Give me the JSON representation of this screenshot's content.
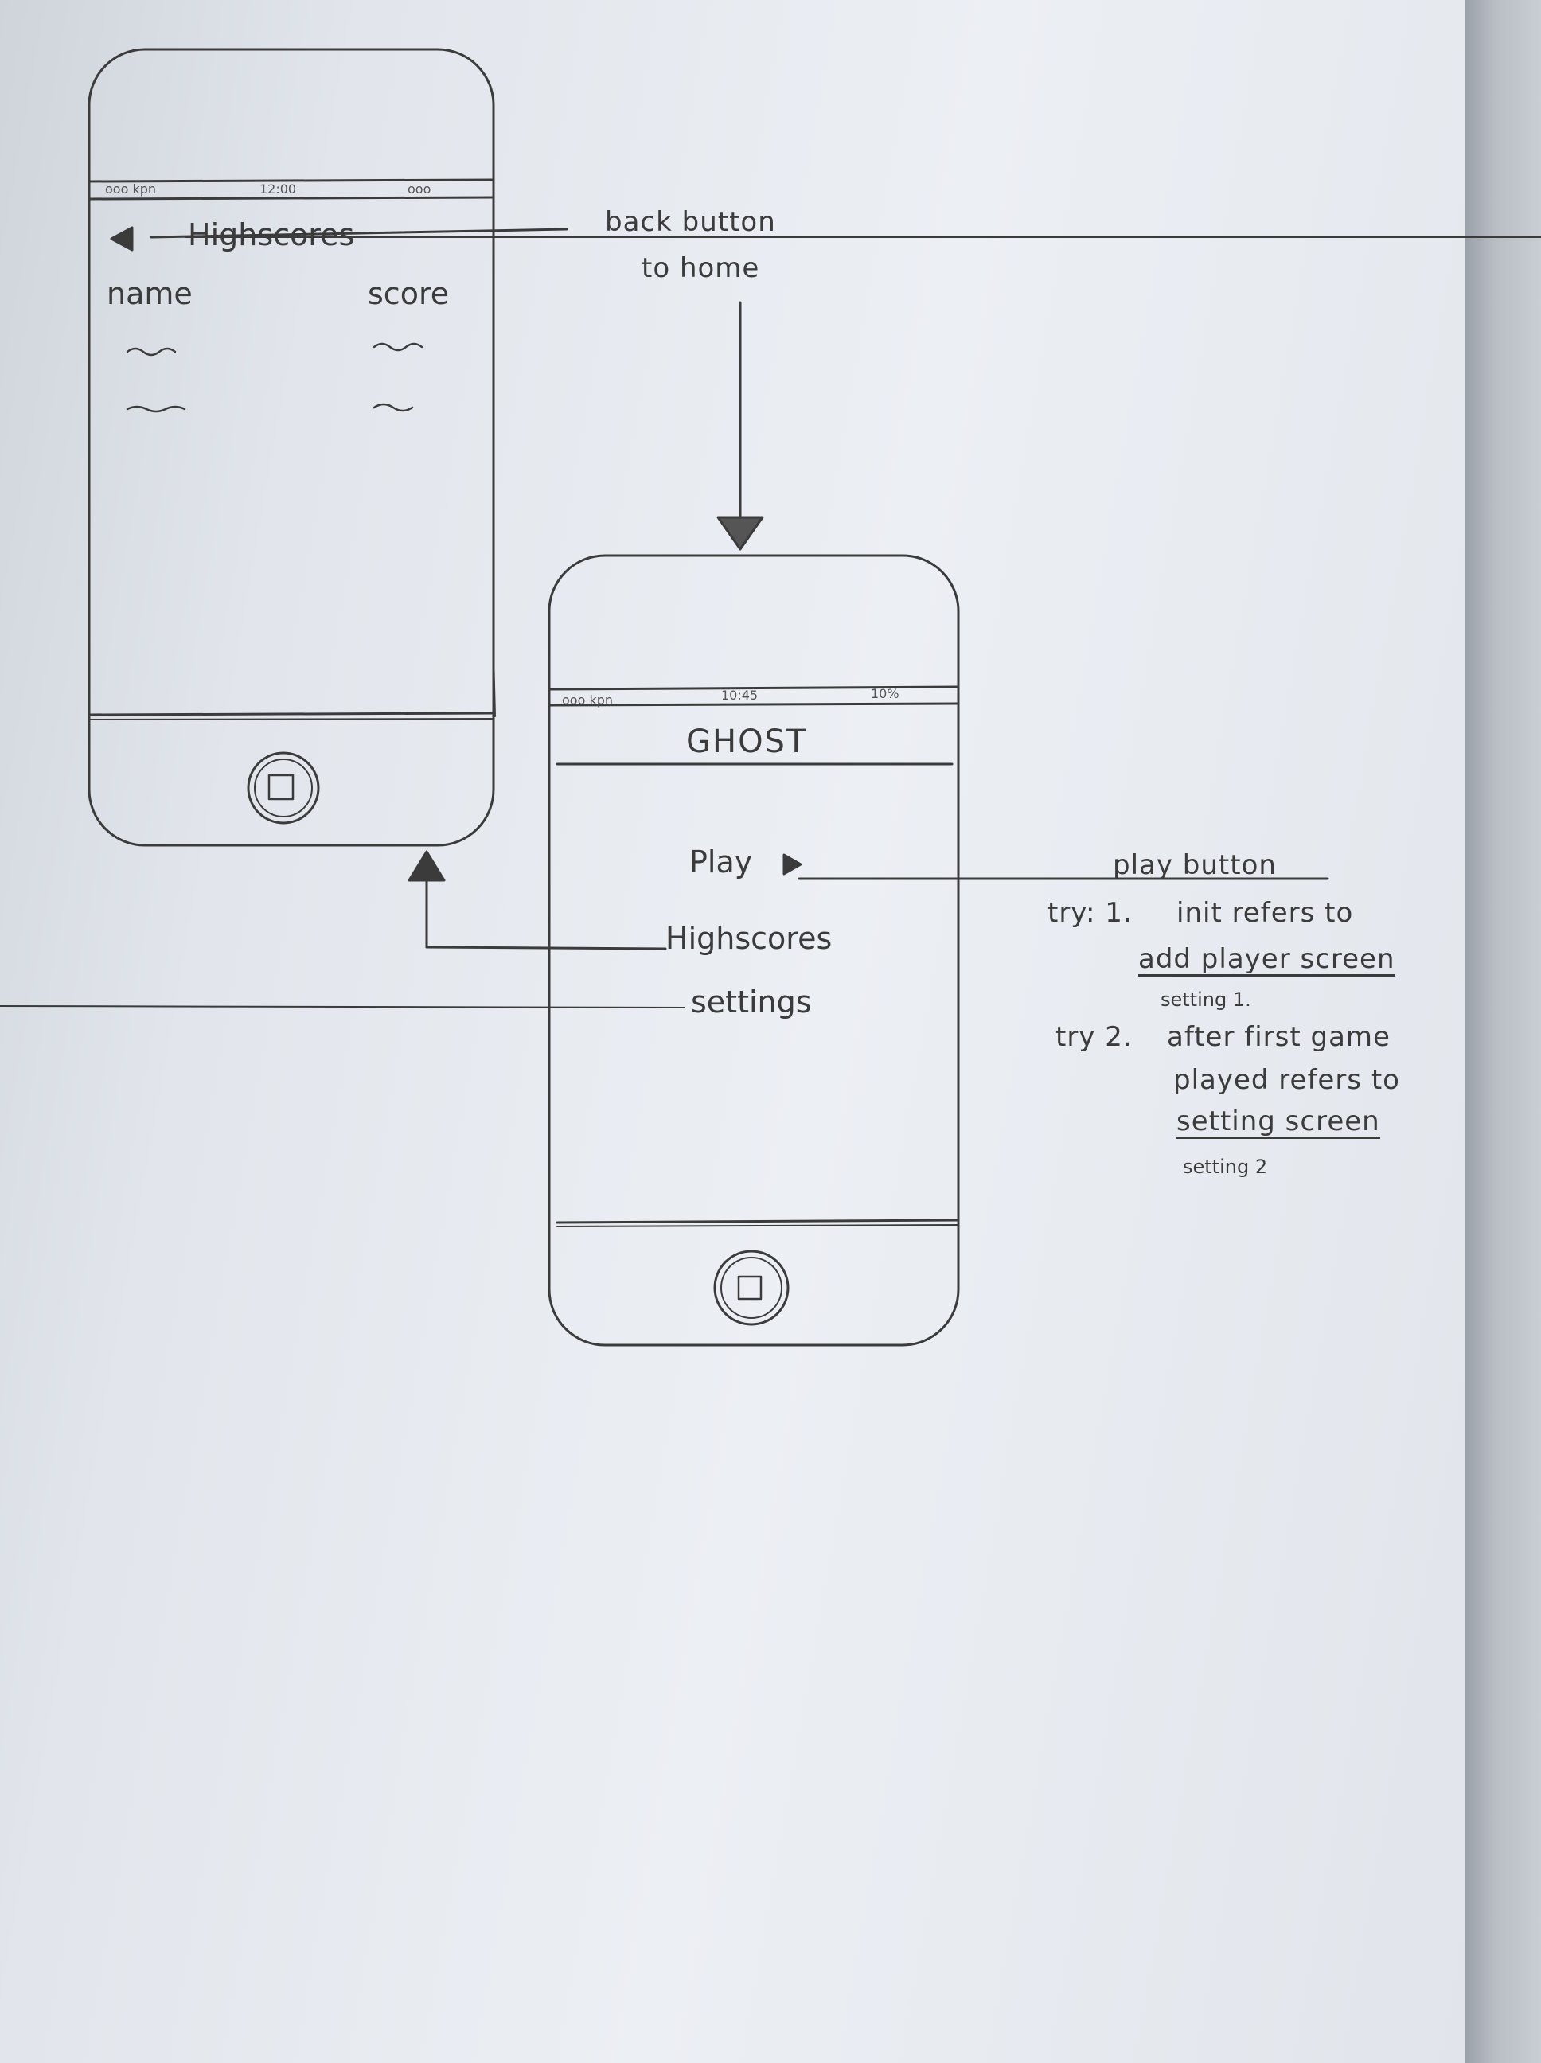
{
  "highscores_screen": {
    "status_bar": {
      "carrier": "ooo kpn",
      "time": "12:00",
      "battery": "ooo"
    },
    "back_icon": "left-triangle-icon",
    "title": "Highscores",
    "columns": [
      "name",
      "score"
    ],
    "row_placeholder": "~"
  },
  "home_screen": {
    "status_bar": {
      "carrier": "ooo kpn",
      "time": "10:45",
      "battery": "10%"
    },
    "title": "GHOST",
    "menu": {
      "play": "Play",
      "play_icon": "right-triangle-icon",
      "highscores": "Highscores",
      "settings": "settings"
    }
  },
  "annotations": {
    "back_button_line1": "back button",
    "back_button_line2": "to home",
    "play_button": "play button",
    "try1_prefix": "try: 1.",
    "try1_text": "init refers to",
    "try1_target": "add player screen",
    "try1_setting": "setting 1.",
    "try2_prefix": "try 2.",
    "try2_text_line1": "after first game",
    "try2_text_line2": "played refers to",
    "try2_target": "setting screen",
    "try2_setting": "setting 2"
  },
  "colors": {
    "pencil": "#3b3b3b",
    "paper": "#e6eaf0"
  }
}
